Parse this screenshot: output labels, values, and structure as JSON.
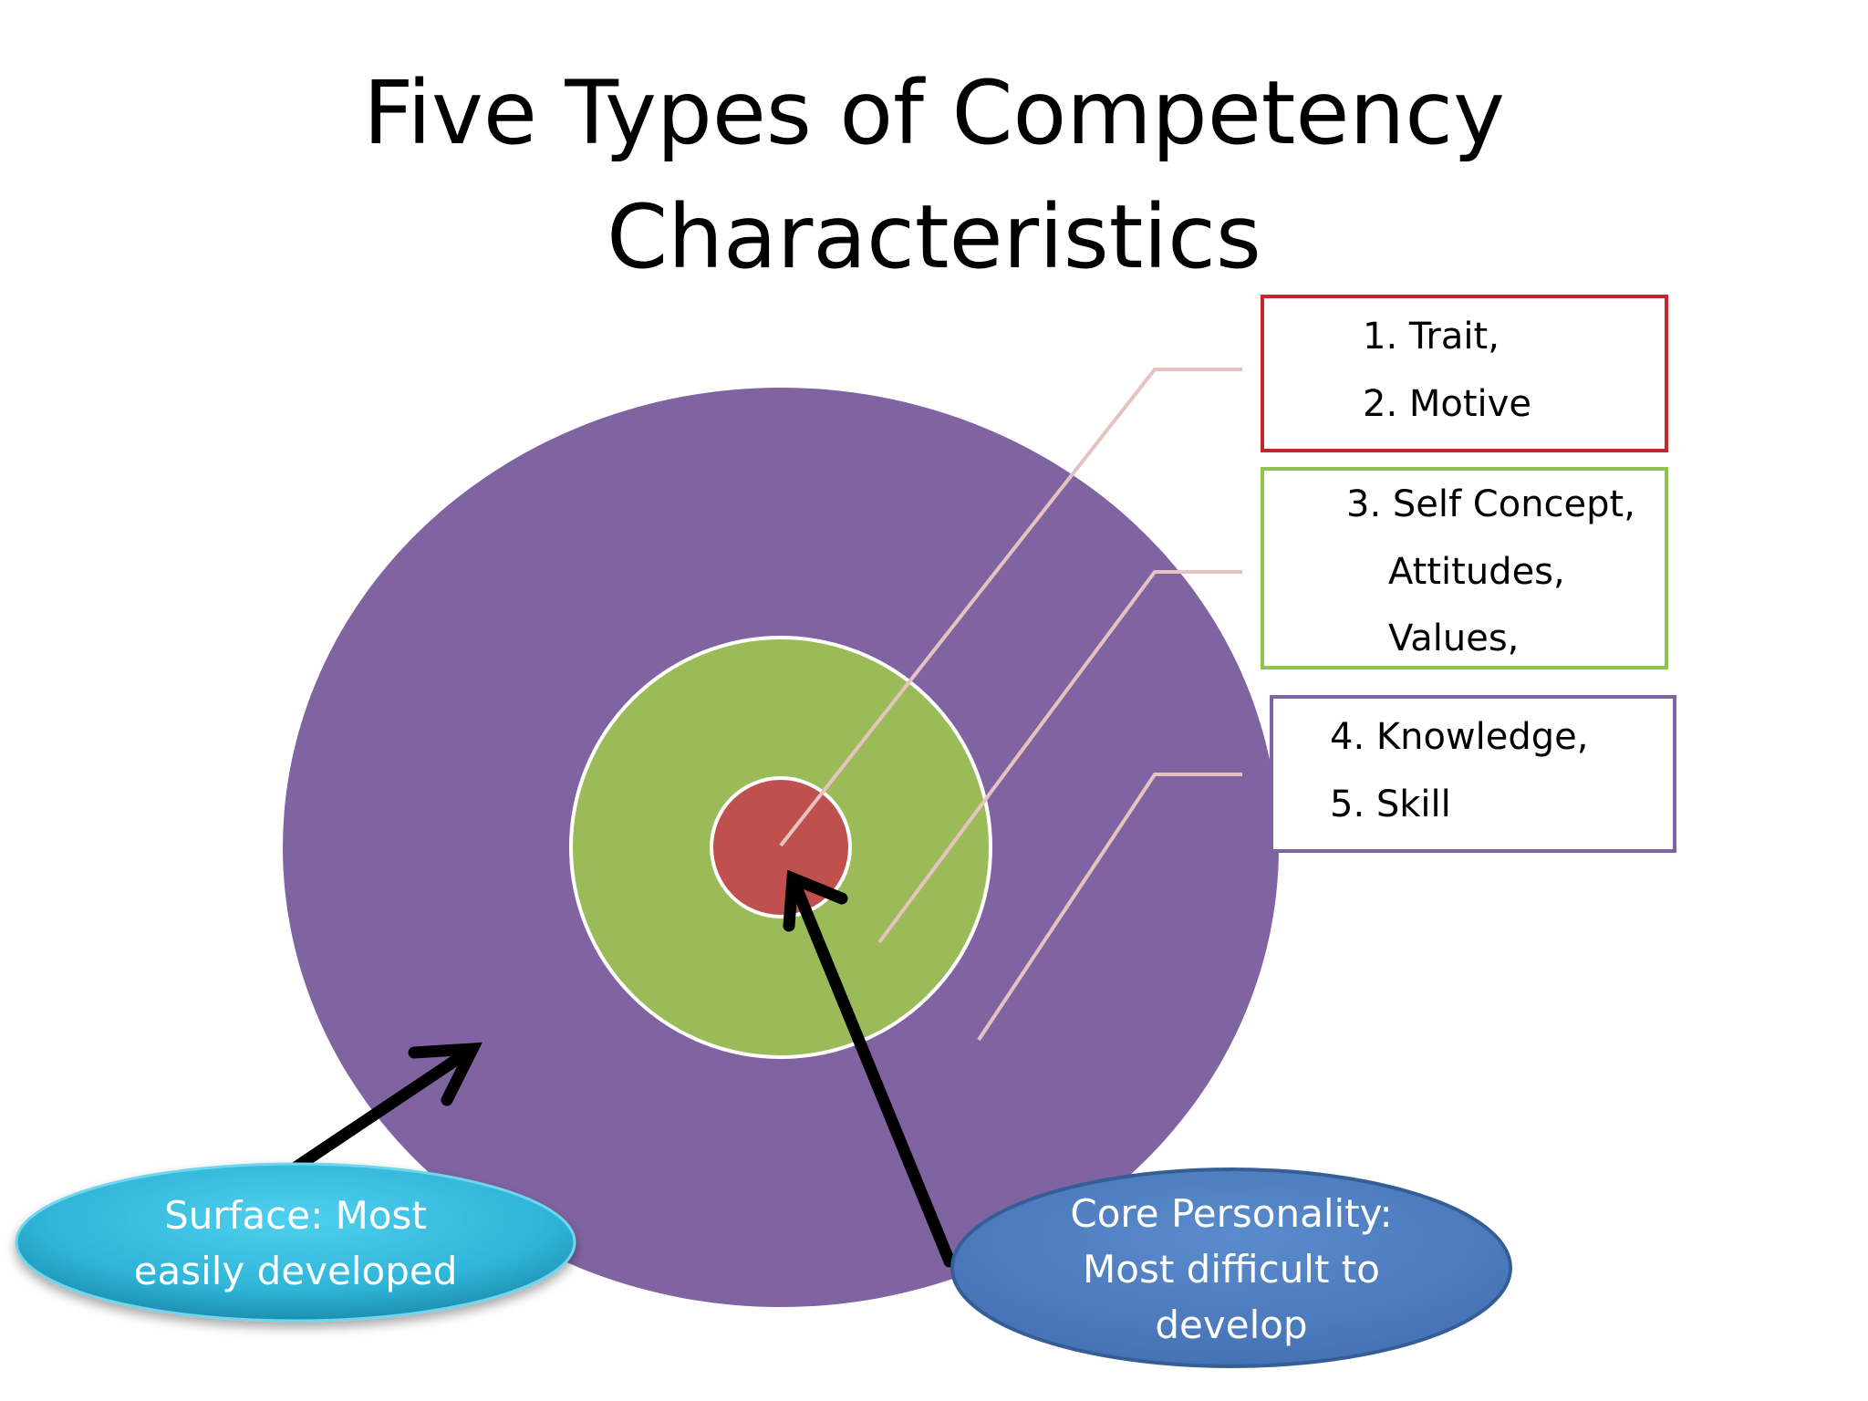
{
  "slide": {
    "title_line_1": "Five Types of Competency",
    "title_line_2": "Characteristics"
  },
  "legend": {
    "core": {
      "items": [
        "1. Trait,",
        "2. Motive"
      ],
      "color": "#c0282d"
    },
    "self_concept": {
      "items": [
        "3. Self Concept,",
        "Attitudes,",
        "Values,"
      ],
      "color": "#8dc449"
    },
    "surface": {
      "items": [
        "4. Knowledge,",
        "5.  Skill"
      ],
      "color": "#8064a2"
    }
  },
  "rings": {
    "outer_color": "#8064a2",
    "middle_color": "#9bbb59",
    "inner_color": "#c0504d"
  },
  "callouts": {
    "surface": {
      "line_1": "Surface: Most",
      "line_2": "easily developed",
      "color": "#31b6d9"
    },
    "core": {
      "line_1": "Core Personality:",
      "line_2": "Most difficult to",
      "line_3": "develop",
      "color": "#4f7dbf"
    }
  }
}
